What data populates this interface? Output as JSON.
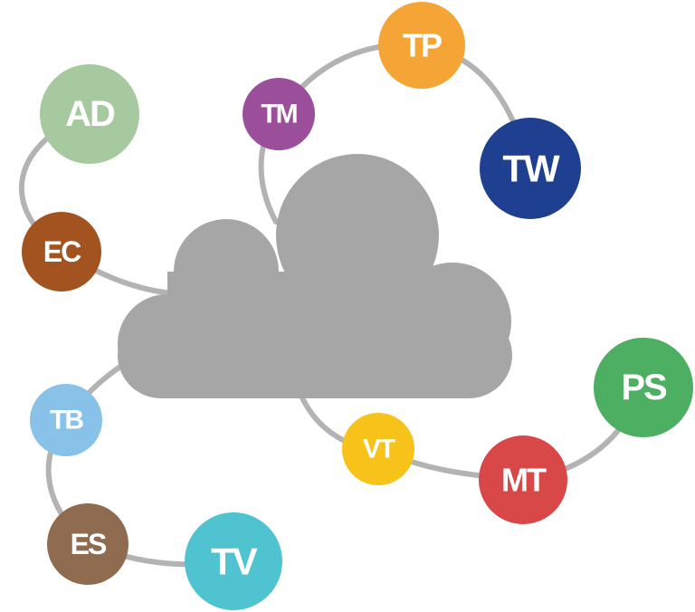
{
  "colors": {
    "cloud": "#a6a6a6",
    "connector": "#b3b3b3",
    "label": "#ffffff"
  },
  "nodes": [
    {
      "id": "ad",
      "label": "AD",
      "color": "#a7c9a0"
    },
    {
      "id": "ec",
      "label": "EC",
      "color": "#a2531f"
    },
    {
      "id": "tm",
      "label": "TM",
      "color": "#9b4f9b"
    },
    {
      "id": "tp",
      "label": "TP",
      "color": "#f5a436"
    },
    {
      "id": "tw",
      "label": "TW",
      "color": "#1f3f91"
    },
    {
      "id": "ps",
      "label": "PS",
      "color": "#4caf62"
    },
    {
      "id": "mt",
      "label": "MT",
      "color": "#d94848"
    },
    {
      "id": "vt",
      "label": "VT",
      "color": "#f7c31a"
    },
    {
      "id": "tb",
      "label": "TB",
      "color": "#89c2e8"
    },
    {
      "id": "es",
      "label": "ES",
      "color": "#8f6b4f"
    },
    {
      "id": "tv",
      "label": "TV",
      "color": "#4fc3cf"
    }
  ]
}
